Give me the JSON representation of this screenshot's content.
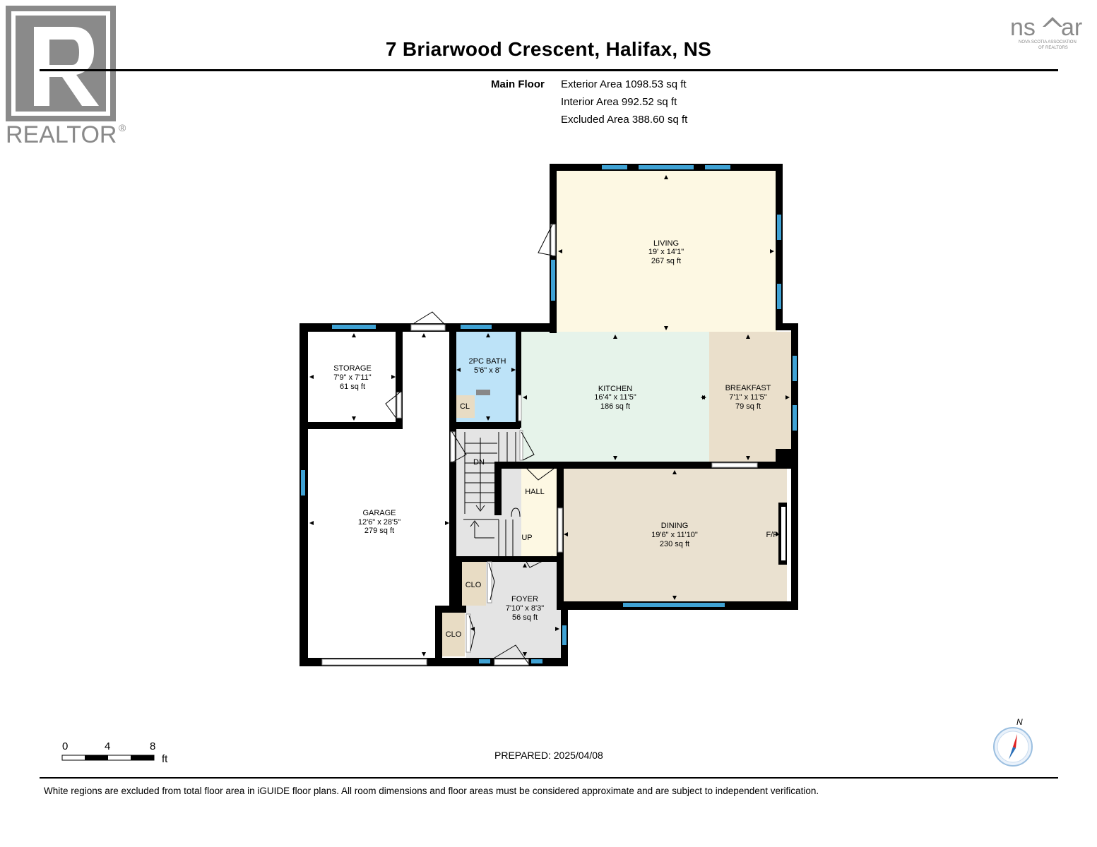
{
  "header": {
    "title": "7 Briarwood Crescent, Halifax, NS",
    "floor_label": "Main Floor",
    "areas": [
      "Exterior Area 1098.53 sq ft",
      "Interior Area 992.52 sq ft",
      "Excluded Area 388.60 sq ft"
    ]
  },
  "logos": {
    "realtor_text": "REALTOR",
    "realtor_mark": "®",
    "nsar_text": "ns",
    "nsar_text2": "ar",
    "nsar_sub1": "NOVA SCOTIA ASSOCIATION",
    "nsar_sub2": "OF REALTORS"
  },
  "rooms": {
    "living": {
      "name": "LIVING",
      "dims": "19' x 14'1\"",
      "area": "267 sq ft"
    },
    "kitchen": {
      "name": "KITCHEN",
      "dims": "16'4\" x 11'5\"",
      "area": "186 sq ft"
    },
    "breakfast": {
      "name": "BREAKFAST",
      "dims": "7'1\" x 11'5\"",
      "area": "79 sq ft"
    },
    "bath": {
      "name": "2PC BATH",
      "dims": "5'6\" x 8'"
    },
    "storage": {
      "name": "STORAGE",
      "dims": "7'9\" x 7'11\"",
      "area": "61 sq ft"
    },
    "garage": {
      "name": "GARAGE",
      "dims": "12'6\" x 28'5\"",
      "area": "279 sq ft"
    },
    "dining": {
      "name": "DINING",
      "dims": "19'6\" x 11'10\"",
      "area": "230 sq ft"
    },
    "foyer": {
      "name": "FOYER",
      "dims": "7'10\" x 8'3\"",
      "area": "56 sq ft"
    },
    "hall": {
      "name": "HALL"
    }
  },
  "labels": {
    "cl": "CL",
    "clo": "CLO",
    "dn": "DN",
    "up": "UP",
    "fp": "F/P"
  },
  "scale": {
    "ticks": [
      "0",
      "4",
      "8"
    ],
    "unit": "ft"
  },
  "compass": {
    "north": "N"
  },
  "prepared": "PREPARED: 2025/04/08",
  "disclaimer": "White regions are excluded from total floor area in iGUIDE floor plans. All room dimensions and floor areas must be considered approximate and are subject to independent verification.",
  "colors": {
    "living": "#fdf8e3",
    "kitchen": "#e6f3ea",
    "breakfast": "#eadfcb",
    "bath": "#bde3f8",
    "dining": "#eae1d0",
    "hall": "#fdf8e3",
    "stairs": "#e4e4e4",
    "foyer": "#e4e4e4",
    "closet": "#e8dcc4",
    "wall": "#000000",
    "window": "#3fa2d4"
  }
}
